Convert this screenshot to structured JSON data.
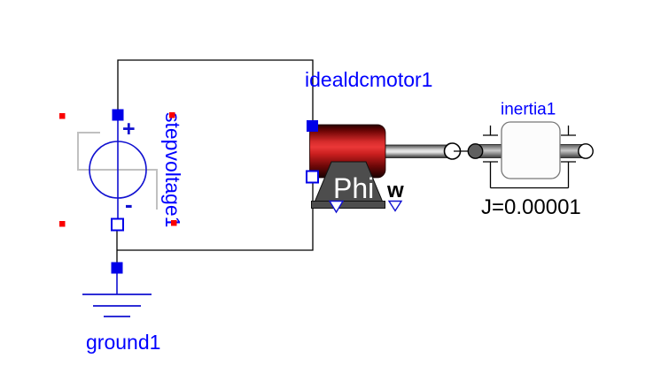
{
  "components": {
    "stepvoltage1": {
      "label": "stepvoltage1",
      "plus_sign": "+",
      "minus_sign": "-"
    },
    "ground1": {
      "label": "ground1"
    },
    "idealdcmotor1": {
      "label": "idealdcmotor1",
      "phi_output_label": "Phi",
      "w_output_label": "w"
    },
    "inertia1": {
      "label": "inertia1",
      "inertia_value": "J=0.00001"
    }
  },
  "colors": {
    "label_blue": "#0000ff",
    "component_blue": "#1010d0",
    "pin_blue": "#0000e8",
    "selection_red": "#fa0000",
    "signal_gray": "#c0c0c0",
    "motor_red": "#e03131",
    "pedestal_gray": "#4d4d4d",
    "wire_black": "#000000",
    "phi_text_white": "#ffffff"
  }
}
